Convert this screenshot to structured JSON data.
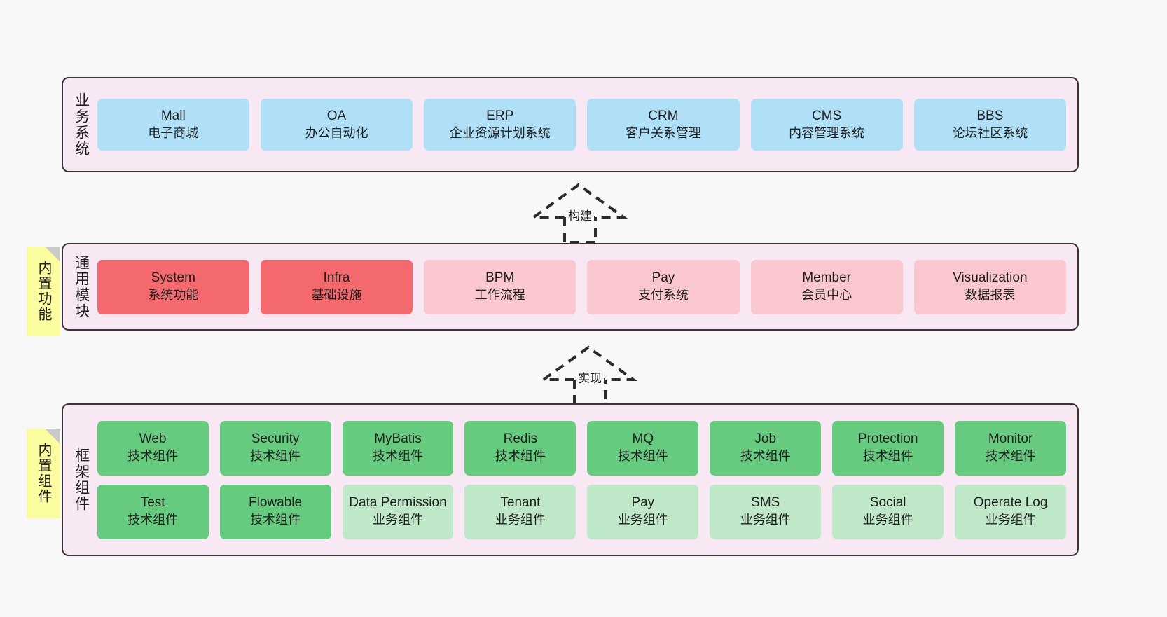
{
  "diagram": {
    "background": "#f8f8f8",
    "border_color": "#3d3436",
    "panel_color": "#f8e8f3",
    "sticky_color": "#fbfba0"
  },
  "layers": [
    {
      "id": "business-systems",
      "title": "业务系统",
      "sticky": null,
      "rows": [
        {
          "boxes": [
            {
              "en": "Mall",
              "cn": "电子商城",
              "color": "#b0e0f8",
              "style": "c-blue"
            },
            {
              "en": "OA",
              "cn": "办公自动化",
              "color": "#b0e0f8",
              "style": "c-blue"
            },
            {
              "en": "ERP",
              "cn": "企业资源计划系统",
              "color": "#b0e0f8",
              "style": "c-blue"
            },
            {
              "en": "CRM",
              "cn": "客户关系管理",
              "color": "#b0e0f8",
              "style": "c-blue"
            },
            {
              "en": "CMS",
              "cn": "内容管理系统",
              "color": "#b0e0f8",
              "style": "c-blue"
            },
            {
              "en": "BBS",
              "cn": "论坛社区系统",
              "color": "#b0e0f8",
              "style": "c-blue"
            }
          ]
        }
      ]
    },
    {
      "id": "common-modules",
      "title": "通用模块",
      "sticky": "内置功能",
      "rows": [
        {
          "boxes": [
            {
              "en": "System",
              "cn": "系统功能",
              "color": "#f4696e",
              "style": "c-red"
            },
            {
              "en": "Infra",
              "cn": "基础设施",
              "color": "#f4696e",
              "style": "c-red"
            },
            {
              "en": "BPM",
              "cn": "工作流程",
              "color": "#fbc7ce",
              "style": "c-pink"
            },
            {
              "en": "Pay",
              "cn": "支付系统",
              "color": "#fbc7ce",
              "style": "c-pink"
            },
            {
              "en": "Member",
              "cn": "会员中心",
              "color": "#fbc7ce",
              "style": "c-pink"
            },
            {
              "en": "Visualization",
              "cn": "数据报表",
              "color": "#fbc7ce",
              "style": "c-pink"
            }
          ]
        }
      ]
    },
    {
      "id": "framework-components",
      "title": "框架组件",
      "sticky": "内置组件",
      "rows": [
        {
          "boxes": [
            {
              "en": "Web",
              "cn": "技术组件",
              "color": "#66cb7f",
              "style": "c-green"
            },
            {
              "en": "Security",
              "cn": "技术组件",
              "color": "#66cb7f",
              "style": "c-green"
            },
            {
              "en": "MyBatis",
              "cn": "技术组件",
              "color": "#66cb7f",
              "style": "c-green"
            },
            {
              "en": "Redis",
              "cn": "技术组件",
              "color": "#66cb7f",
              "style": "c-green"
            },
            {
              "en": "MQ",
              "cn": "技术组件",
              "color": "#66cb7f",
              "style": "c-green"
            },
            {
              "en": "Job",
              "cn": "技术组件",
              "color": "#66cb7f",
              "style": "c-green"
            },
            {
              "en": "Protection",
              "cn": "技术组件",
              "color": "#66cb7f",
              "style": "c-green"
            },
            {
              "en": "Monitor",
              "cn": "技术组件",
              "color": "#66cb7f",
              "style": "c-green"
            }
          ]
        },
        {
          "boxes": [
            {
              "en": "Test",
              "cn": "技术组件",
              "color": "#66cb7f",
              "style": "c-green"
            },
            {
              "en": "Flowable",
              "cn": "技术组件",
              "color": "#66cb7f",
              "style": "c-green"
            },
            {
              "en": "Data Permission",
              "cn": "业务组件",
              "color": "#bfe8c8",
              "style": "c-lightgreen"
            },
            {
              "en": "Tenant",
              "cn": "业务组件",
              "color": "#bfe8c8",
              "style": "c-lightgreen"
            },
            {
              "en": "Pay",
              "cn": "业务组件",
              "color": "#bfe8c8",
              "style": "c-lightgreen"
            },
            {
              "en": "SMS",
              "cn": "业务组件",
              "color": "#bfe8c8",
              "style": "c-lightgreen"
            },
            {
              "en": "Social",
              "cn": "业务组件",
              "color": "#bfe8c8",
              "style": "c-lightgreen"
            },
            {
              "en": "Operate Log",
              "cn": "业务组件",
              "color": "#bfe8c8",
              "style": "c-lightgreen"
            }
          ]
        }
      ]
    }
  ],
  "connectors": [
    {
      "id": "build",
      "label": "构建",
      "from": "common-modules",
      "to": "business-systems"
    },
    {
      "id": "realize",
      "label": "实现",
      "from": "framework-components",
      "to": "common-modules"
    }
  ]
}
